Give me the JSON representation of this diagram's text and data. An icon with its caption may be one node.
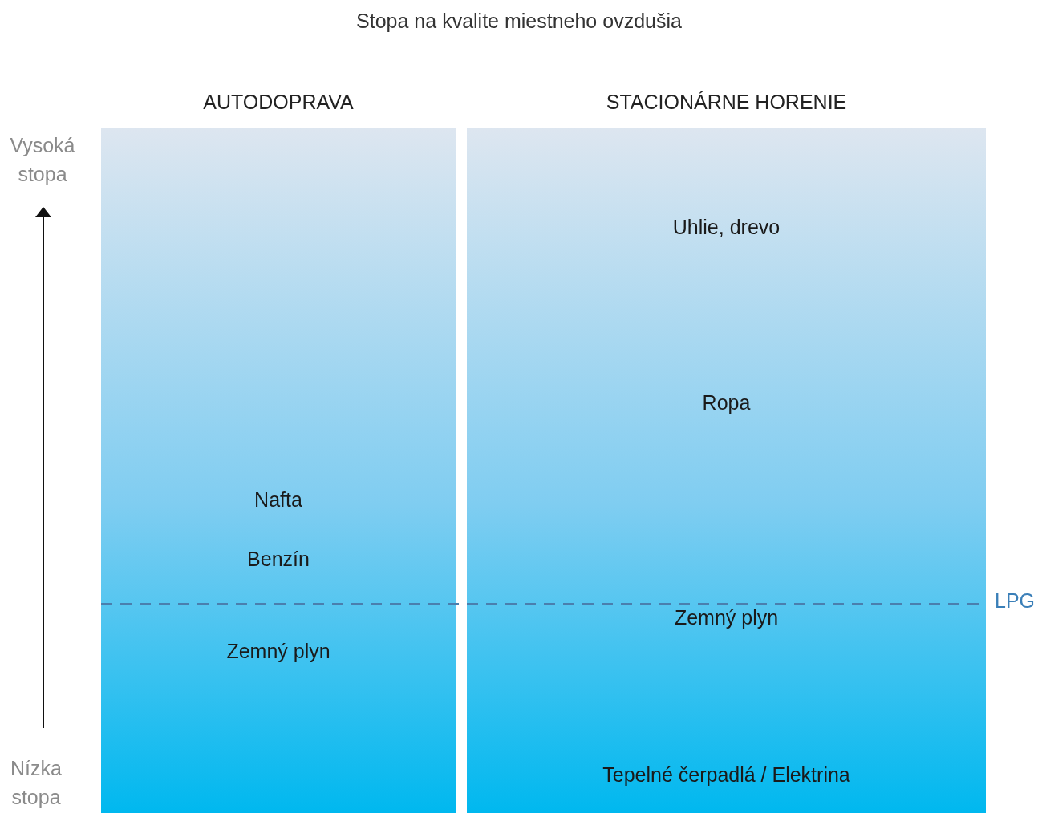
{
  "diagram": {
    "title": "Stopa na kvalite miestneho ovzdušia",
    "nodes": [
      {
        "text": [
          "AUTODOPRAVA",
          "Nafta",
          "Benzín",
          "Zemný plyn"
        ]
      },
      {
        "text": [
          "STACIONÁRNE HORENIE",
          "Uhlie, drevo",
          "Ropa",
          "Zemný plyn",
          "Tepelné čerpadlá / Elektrina"
        ]
      }
    ],
    "labels": [
      "Vysoká stopa",
      "Nízka stopa",
      "LPG"
    ]
  }
}
